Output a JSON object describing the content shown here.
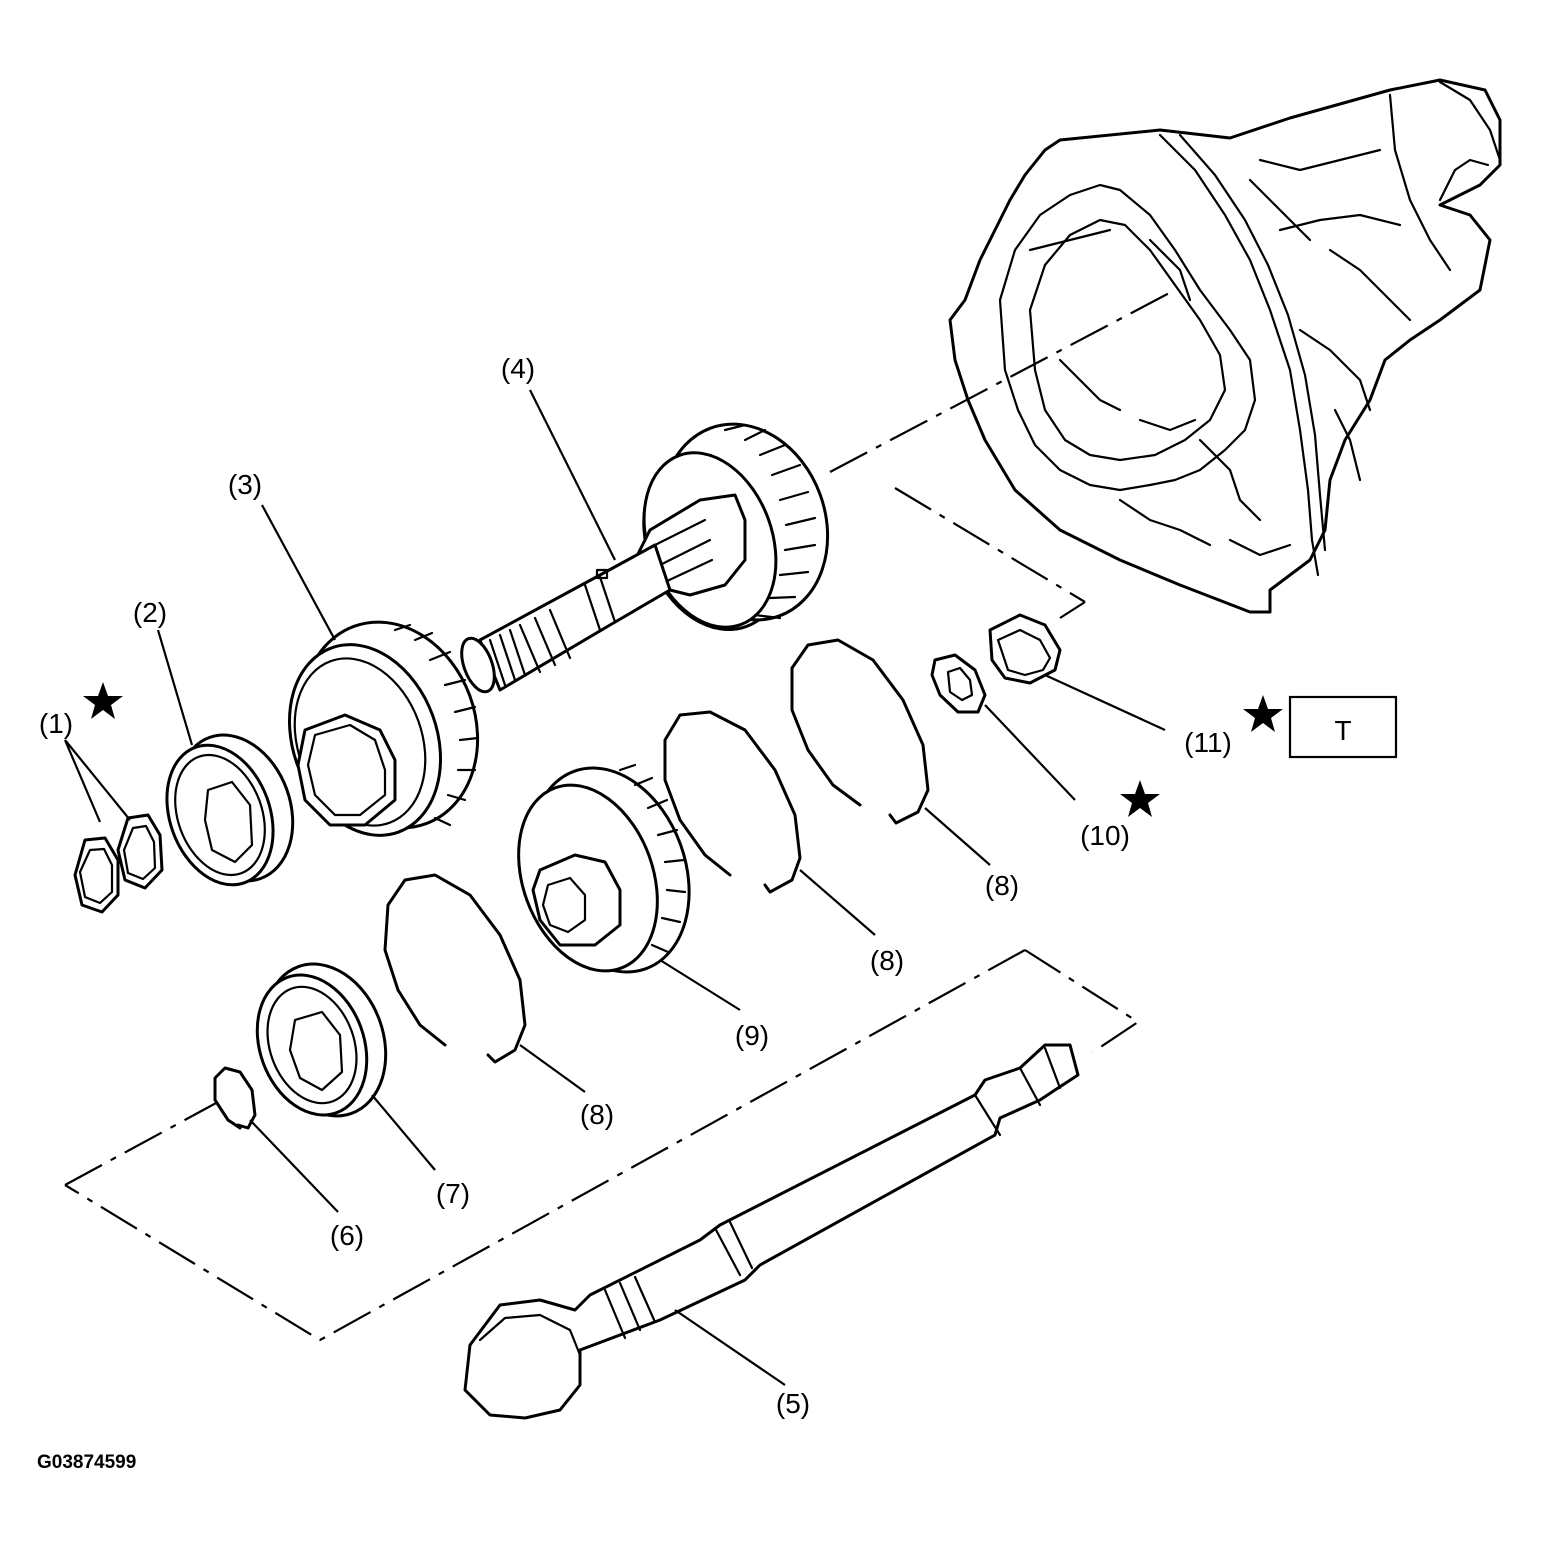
{
  "figure_id": "G03874599",
  "torque_box_label": "T",
  "callouts": [
    {
      "id": "1",
      "text": "(1)"
    },
    {
      "id": "2",
      "text": "(2)"
    },
    {
      "id": "3",
      "text": "(3)"
    },
    {
      "id": "4",
      "text": "(4)"
    },
    {
      "id": "5",
      "text": "(5)"
    },
    {
      "id": "6",
      "text": "(6)"
    },
    {
      "id": "7",
      "text": "(7)"
    },
    {
      "id": "8a",
      "text": "(8)"
    },
    {
      "id": "8b",
      "text": "(8)"
    },
    {
      "id": "8c",
      "text": "(8)"
    },
    {
      "id": "9",
      "text": "(9)"
    },
    {
      "id": "10",
      "text": "(10)"
    },
    {
      "id": "11",
      "text": "(11)"
    }
  ],
  "symbols": {
    "replace_marker": "★"
  }
}
